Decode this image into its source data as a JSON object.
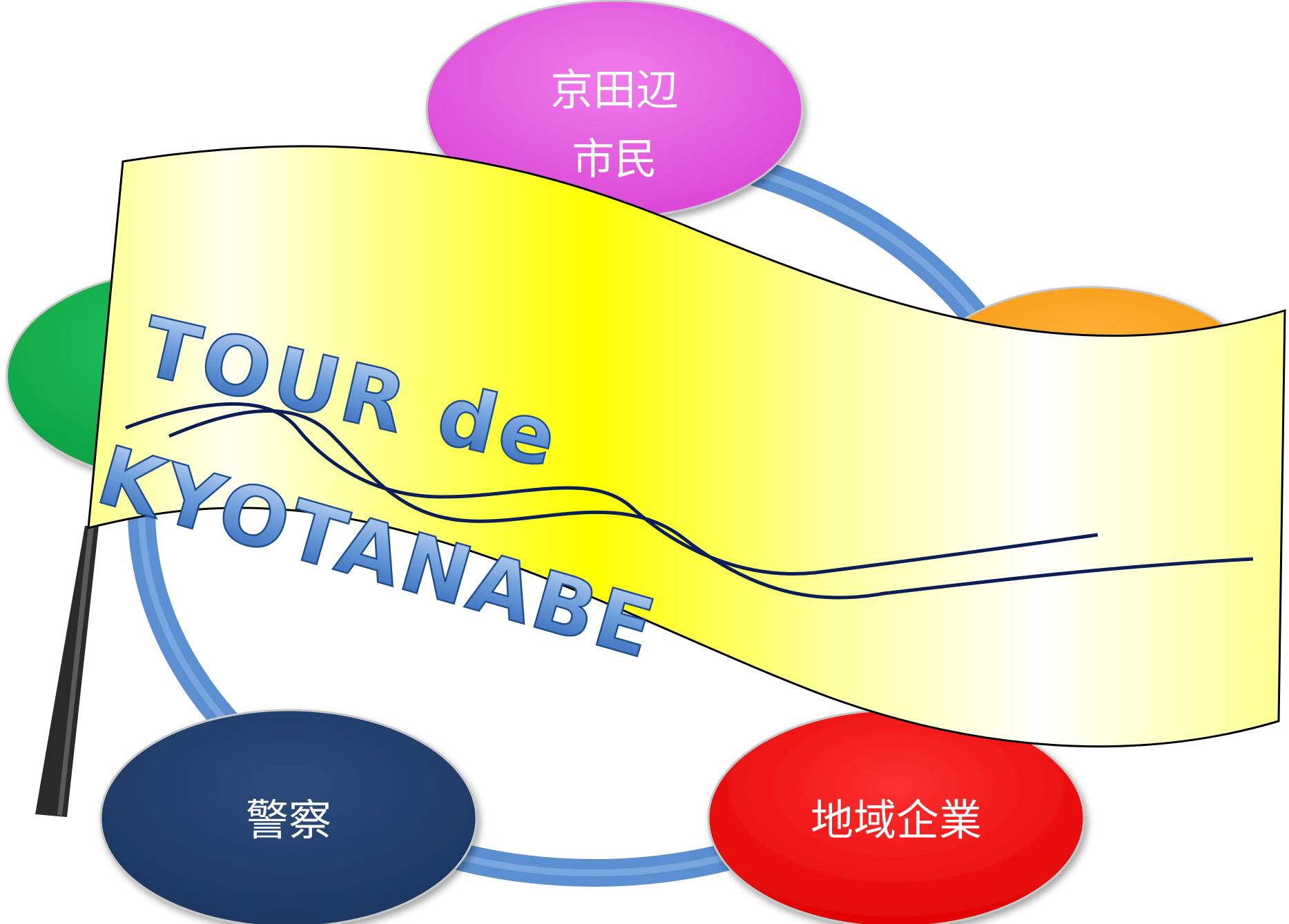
{
  "banner": {
    "line1": "TOUR de",
    "line2": "KYOTANABE"
  },
  "nodes": [
    {
      "id": "citizens",
      "lines": [
        "京田辺",
        "市民"
      ],
      "color": "#e552e0"
    },
    {
      "id": "right",
      "lines": [],
      "color": "#ff9f0a"
    },
    {
      "id": "companies",
      "lines": [
        "地域企業"
      ],
      "color": "#ff0a0a"
    },
    {
      "id": "police",
      "lines": [
        "警察"
      ],
      "color": "#1f3c66"
    },
    {
      "id": "left",
      "lines": [],
      "color": "#0fb04a"
    }
  ],
  "colors": {
    "ring": "#5b8fd1",
    "flag_yellow": "#ffff00",
    "flag_light": "#ffffe6",
    "pole": "#333333",
    "route": "#0b1f55",
    "title_text": "#3b78c9"
  }
}
